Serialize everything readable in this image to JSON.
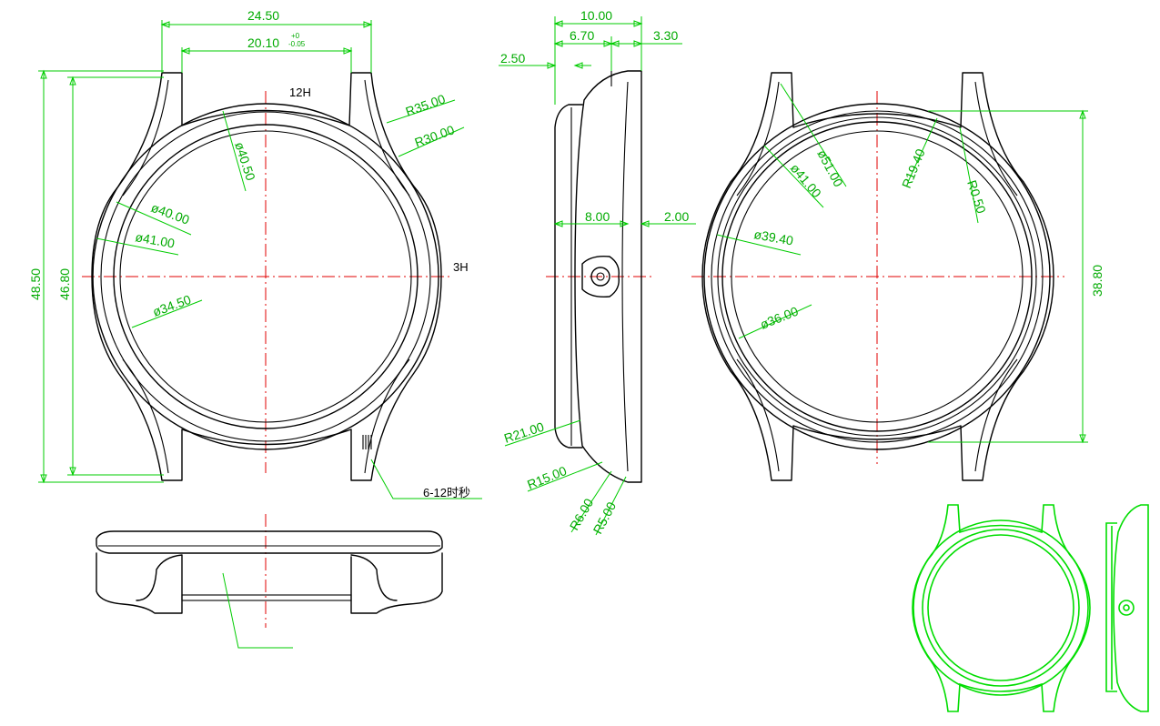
{
  "front_view": {
    "dims": {
      "overall_width": "24.50",
      "lug_width": "20.10",
      "lug_tol_plus": "+0",
      "lug_tol_minus": "-0.05",
      "overall_height": "48.50",
      "inner_height": "46.80",
      "r_outer": "R35.00",
      "r_inner": "R30.00",
      "dia_40_50": "ø40.50",
      "dia_40": "ø40.00",
      "dia_41": "ø41.00",
      "dia_34_50": "ø34.50",
      "hole_note": "6-12时秒"
    },
    "marks": {
      "twelve": "12H",
      "three": "3H"
    }
  },
  "side_view": {
    "dims": {
      "total_thickness": "10.00",
      "mid_thickness": "6.70",
      "bezel_thickness": "3.30",
      "crystal_step": "2.50",
      "crown_pos": "8.00",
      "crown_offset": "2.00",
      "r21": "R21.00",
      "r15": "R15.00",
      "r6": "R6.00",
      "r5": "R5.00"
    }
  },
  "back_view": {
    "dims": {
      "dia_51": "ø51.00",
      "dia_41": "ø41.00",
      "dia_39_40": "ø39.40",
      "dia_36": "ø36.00",
      "r19_40": "R19.40",
      "r0_50": "R0.50",
      "height": "38.80"
    }
  },
  "colors": {
    "geometry": "#000000",
    "dimension": "#00cc00",
    "centerline": "#e00000",
    "preview": "#00dd00"
  }
}
